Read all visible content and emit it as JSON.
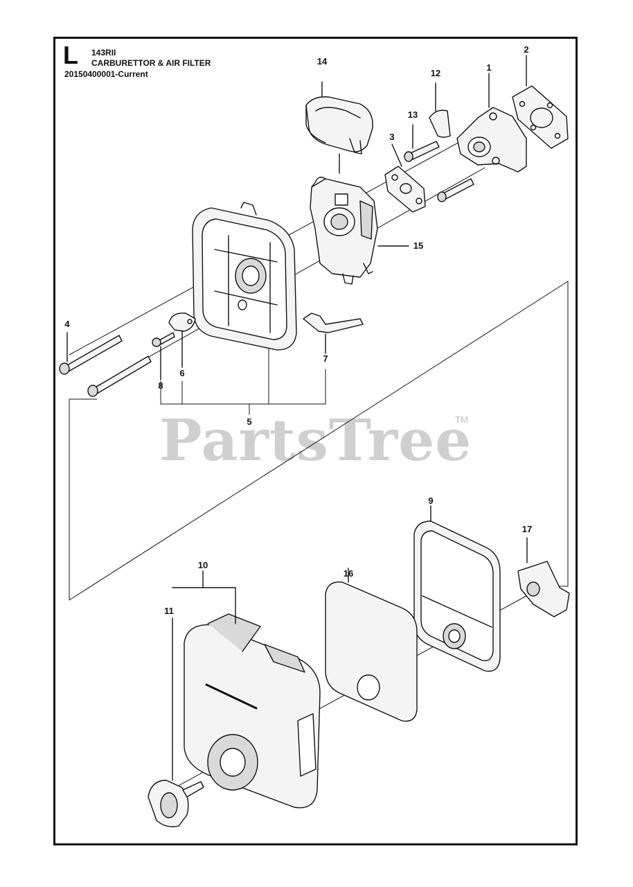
{
  "header": {
    "section_letter": "L",
    "model": "143RII",
    "title": "CARBURETTOR & AIR FILTER",
    "serial_range": "20150400001-Current"
  },
  "watermark": {
    "brand": "PartsTree",
    "trademark": "TM"
  },
  "callouts": [
    {
      "id": "c1",
      "label": "1",
      "part": "carburettor-flange"
    },
    {
      "id": "c2",
      "label": "2",
      "part": "flange-gasket"
    },
    {
      "id": "c3",
      "label": "3",
      "part": "carburettor-gasket"
    },
    {
      "id": "c4",
      "label": "4",
      "part": "long-bolt"
    },
    {
      "id": "c5",
      "label": "5",
      "part": "air-filter-base-assembly"
    },
    {
      "id": "c6",
      "label": "6",
      "part": "choke-plate"
    },
    {
      "id": "c7",
      "label": "7",
      "part": "choke-lever"
    },
    {
      "id": "c8",
      "label": "8",
      "part": "screw"
    },
    {
      "id": "c9",
      "label": "9",
      "part": "filter-frame"
    },
    {
      "id": "c10",
      "label": "10",
      "part": "air-filter-cover-assembly"
    },
    {
      "id": "c11",
      "label": "11",
      "part": "cover-knob"
    },
    {
      "id": "c12",
      "label": "12",
      "part": "clip"
    },
    {
      "id": "c13",
      "label": "13",
      "part": "flange-bolt"
    },
    {
      "id": "c14",
      "label": "14",
      "part": "carburettor-cover"
    },
    {
      "id": "c15",
      "label": "15",
      "part": "carburettor"
    },
    {
      "id": "c16",
      "label": "16",
      "part": "foam-filter"
    },
    {
      "id": "c17",
      "label": "17",
      "part": "bracket"
    }
  ],
  "colors": {
    "line": "#111111",
    "part_fill": "#f4f4f4",
    "part_shade": "#d9d9d9",
    "watermark": "#cfcfcf"
  }
}
